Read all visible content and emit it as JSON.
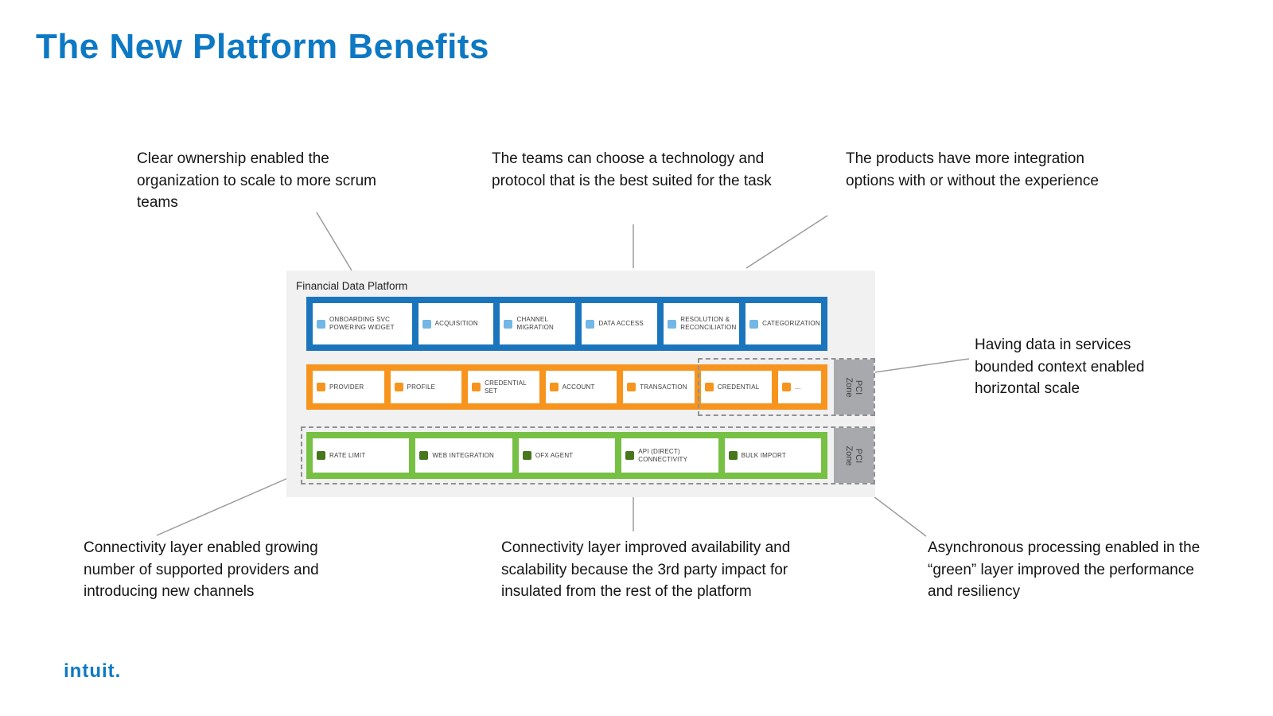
{
  "title": "The New Platform Benefits",
  "logo": "intuit",
  "colors": {
    "accent_blue": "#0d79c4",
    "experience_band": "#1b75bc",
    "data_band": "#f7941e",
    "connectivity_band": "#76c043",
    "pci_gray": "#a7a9ac",
    "diagram_background": "#f1f1f2"
  },
  "callouts": {
    "top_left": "Clear ownership enabled the organization to scale to more scrum teams",
    "top_center": "The teams can choose a technology and protocol that is the best suited for the task",
    "top_right": "The products have more integration options with or without the experience",
    "right": "Having data in services bounded context enabled horizontal scale",
    "bottom_left": "Connectivity layer enabled growing number of supported providers and introducing new channels",
    "bottom_center": "Connectivity layer improved availability and scalability because the 3rd party impact for insulated from the rest of the platform",
    "bottom_right": "Asynchronous processing enabled in the “green” layer improved the performance and resiliency"
  },
  "diagram": {
    "label": "Financial Data Platform",
    "pci_zone": "PCI Zone",
    "experience_row": {
      "items": [
        "ONBOARDING SVC POWERING WIDGET",
        "ACQUISITION",
        "CHANNEL MIGRATION",
        "DATA ACCESS",
        "RESOLUTION & RECONCILIATION",
        "CATEGORIZATION"
      ]
    },
    "data_row": {
      "items": [
        "PROVIDER",
        "PROFILE",
        "CREDENTIAL SET",
        "ACCOUNT",
        "TRANSACTION",
        "CREDENTIAL",
        "..."
      ]
    },
    "connectivity_row": {
      "items": [
        "RATE LIMIT",
        "WEB INTEGRATION",
        "OFX AGENT",
        "API (DIRECT) CONNECTIVITY",
        "BULK IMPORT"
      ]
    }
  }
}
